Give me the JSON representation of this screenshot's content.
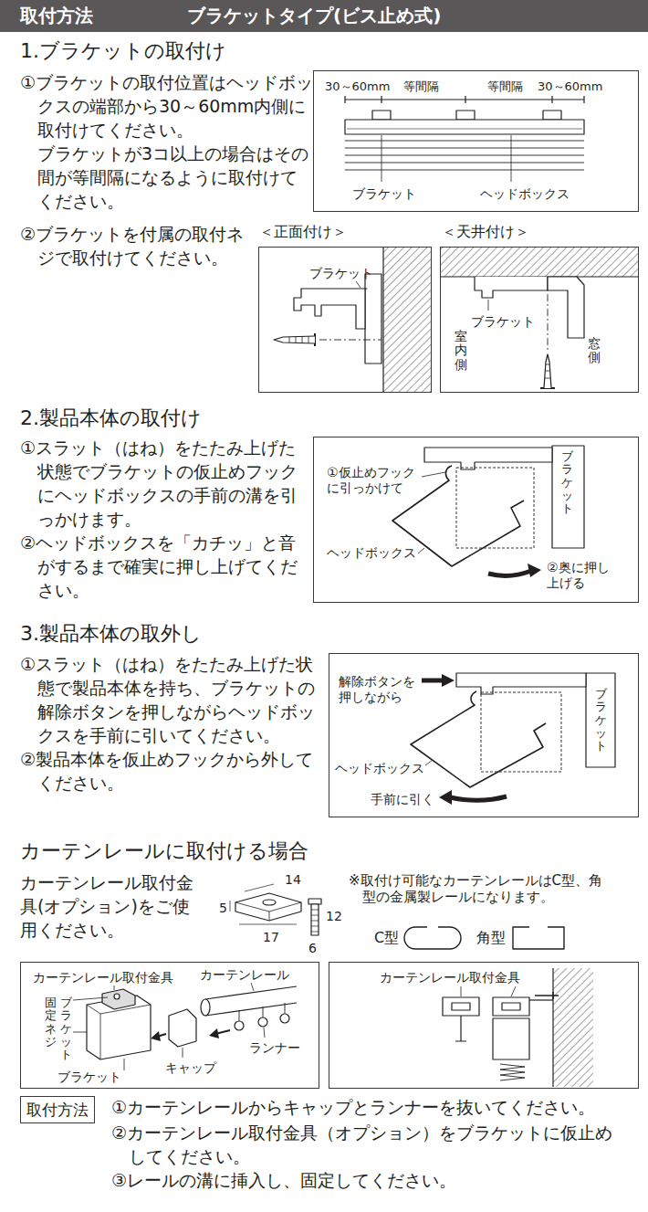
{
  "diagram": {
    "nodes": [
      {
        "text": [
          "取付方法",
          "ブラケットタイプ(ビス止め式)"
        ]
      },
      {
        "text": [
          "30～60mm",
          "等間隔",
          "等間隔",
          "30～60mm",
          "ブラケット",
          "ヘッドボックス"
        ]
      },
      {
        "text": [
          "＜正面付け＞",
          "ブラケット"
        ]
      },
      {
        "text": [
          "＜天井付け＞",
          "ブラケット",
          "室内側",
          "窓側"
        ]
      },
      {
        "text": [
          "①仮止めフックに引っかけて",
          "ブラケット",
          "ヘッドボックス",
          "②奥に押し上げる"
        ]
      },
      {
        "text": [
          "解除ボタンを押しながら",
          "ブラケット",
          "ヘッドボックス",
          "手前に引く"
        ]
      },
      {
        "text": [
          "カーテンレール取付金具",
          "カーテンレール",
          "固定ネジ",
          "ブラケット",
          "ブラケット",
          "キャップ",
          "ランナー"
        ]
      },
      {
        "text": [
          "カーテンレール取付金具"
        ]
      },
      {
        "text": [
          "取付方法"
        ]
      }
    ],
    "labels": [
      "1.ブラケットの取付け",
      "①ブラケットの取付位置はヘッドボックスの端部から30～60mm内側に取付けてください。",
      "ブラケットが3コ以上の場合はその間が等間隔になるように取付けてください。",
      "②ブラケットを付属の取付ネジで取付けてください。",
      "2.製品本体の取付け",
      "①スラット（はね）をたたみ上げた状態でブラケットの仮止めフックにヘッドボックスの手前の溝を引っかけます。",
      "②ヘッドボックスを「カチッ」と音がするまで確実に押し上げてください。",
      "3.製品本体の取外し",
      "①スラット（はね）をたたみ上げた状態で製品本体を持ち、ブラケットの解除ボタンを押しながらヘッドボックスを手前に引いてください。",
      "②製品本体を仮止めフックから外してください。",
      "カーテンレールに取付ける場合",
      "カーテンレール取付金具(オプション)をご使用ください。",
      "14",
      "5",
      "12",
      "17",
      "6",
      "※取付け可能なカーテンレールはC型、角型の金属製レールになります。",
      "C型",
      "角型",
      "①カーテンレールからキャップとランナーを抜いてください。",
      "②カーテンレール取付金具（オプション）をブラケットに仮止めしてください。",
      "③レールの溝に挿入し、固定してください。"
    ]
  }
}
